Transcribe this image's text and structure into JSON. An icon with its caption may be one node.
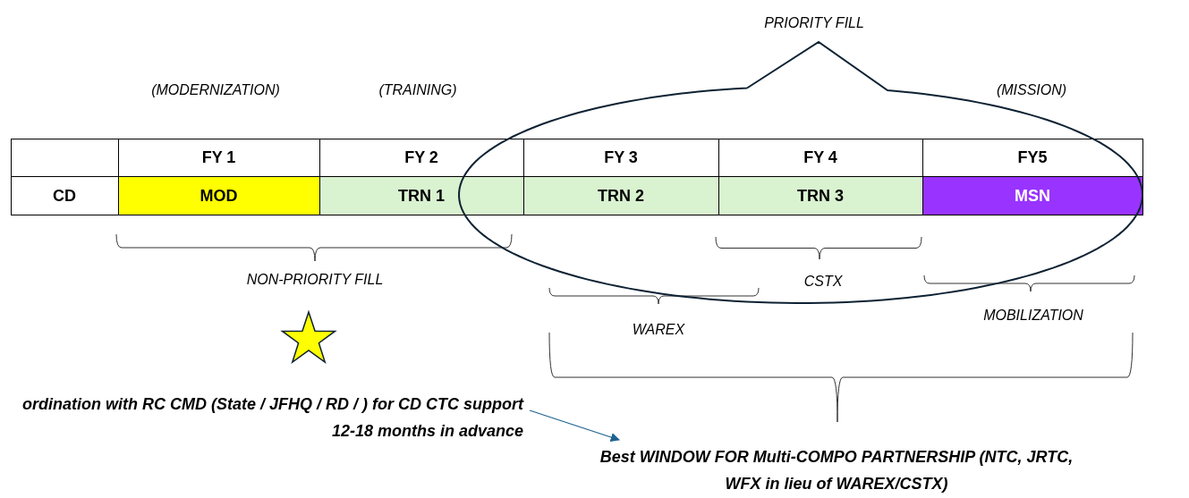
{
  "diagram": {
    "nodes": [
      {
        "text": [
          "ordination with RC CMD (State / JFHQ / RD / ) for CD CTC support 12-18 months in advance"
        ]
      },
      {
        "text": [
          "Best WINDOW FOR Multi-COMPO PARTNERSHIP (NTC, JRTC, WFX in lieu of WAREX/CSTX)"
        ]
      }
    ],
    "edges": [
      {
        "from": 0,
        "to": 1,
        "arrow": "to",
        "color": "#1f6391"
      }
    ],
    "labels": [
      "PRIORITY FILL",
      "(MODERNIZATION)",
      "(TRAINING)",
      "(MISSION)",
      "FY 1",
      "FY 2",
      "FY 3",
      "FY 4",
      "FY5",
      "CD",
      "MOD",
      "TRN 1",
      "TRN 2",
      "TRN 3",
      "MSN",
      "NON-PRIORITY FILL",
      "CSTX",
      "WAREX",
      "MOBILIZATION"
    ]
  }
}
